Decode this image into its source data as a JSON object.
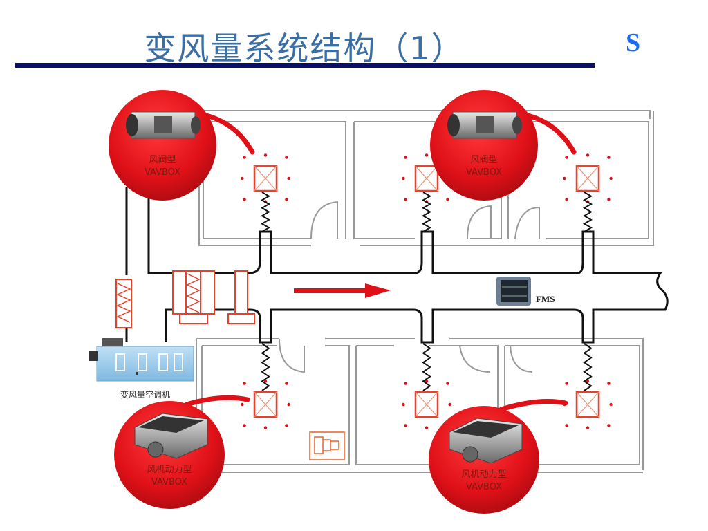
{
  "slide": {
    "title": "变风量系统结构（1）",
    "corner_mark": "S"
  },
  "diagram": {
    "flow_direction": "right",
    "components": {
      "vav_damper_type": {
        "label_cn": "风阀型",
        "label_en": "VAVBOX"
      },
      "vav_fan_powered_type": {
        "label_cn": "风机动力型",
        "label_en": "VAVBOX"
      },
      "ahu": {
        "label": "变风量空调机"
      },
      "fms": {
        "label": "FMS"
      }
    },
    "colors": {
      "bubble_red": "#e01018",
      "device_outline": "#e8402a",
      "duct": "#111111",
      "wall": "#999999"
    }
  }
}
